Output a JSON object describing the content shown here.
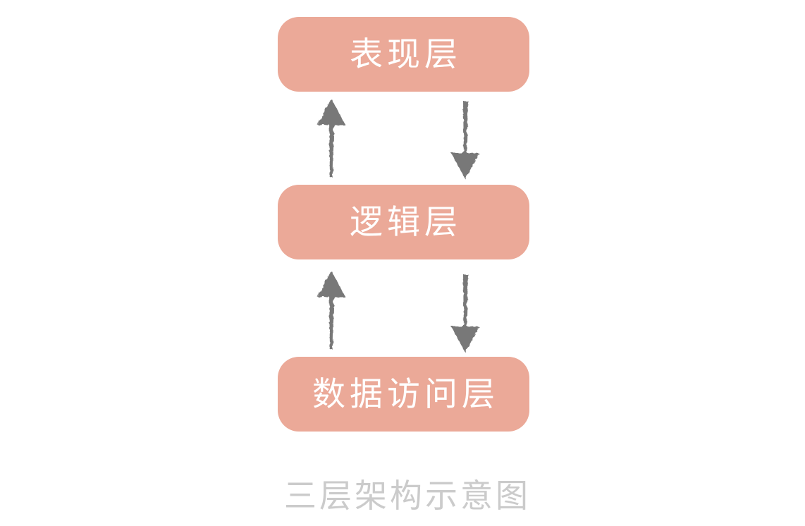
{
  "diagram": {
    "title": "三层架构示意图",
    "layers": [
      {
        "id": "presentation",
        "label": "表现层"
      },
      {
        "id": "logic",
        "label": "逻辑层"
      },
      {
        "id": "data-access",
        "label": "数据访问层"
      }
    ],
    "connections": [
      {
        "from": "逻辑层",
        "to": "表现层",
        "direction": "up",
        "icon": "up-arrow-icon"
      },
      {
        "from": "表现层",
        "to": "逻辑层",
        "direction": "down",
        "icon": "down-arrow-icon"
      },
      {
        "from": "数据访问层",
        "to": "逻辑层",
        "direction": "up",
        "icon": "up-arrow-icon"
      },
      {
        "from": "逻辑层",
        "to": "数据访问层",
        "direction": "down",
        "icon": "down-arrow-icon"
      }
    ],
    "colors": {
      "box_fill": "#EBA998",
      "box_text": "#FFFFFF",
      "arrow": "#787878",
      "caption": "#CBCBCB",
      "background": "#FFFFFF"
    }
  }
}
